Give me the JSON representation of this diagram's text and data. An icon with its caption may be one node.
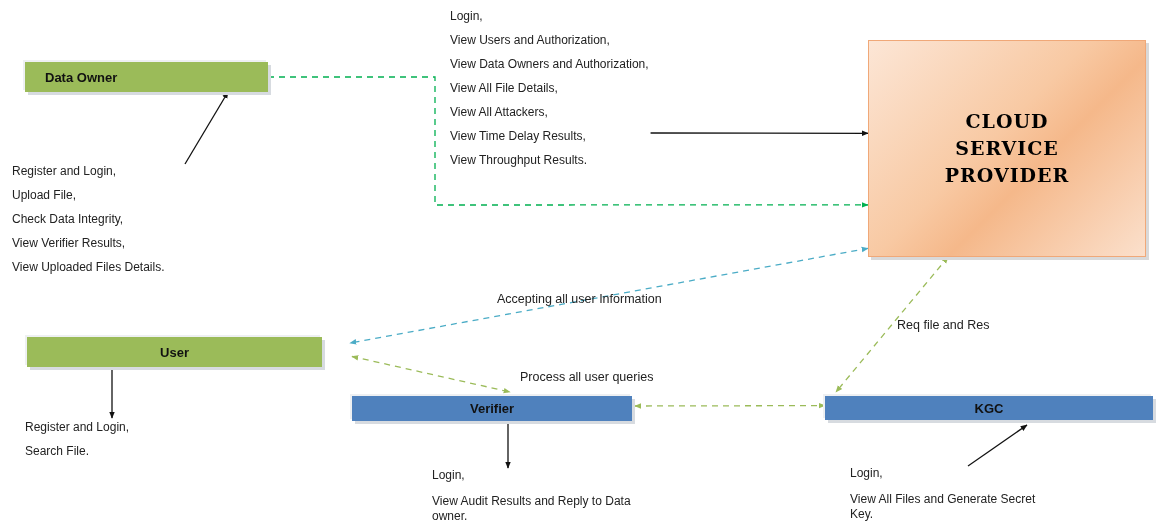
{
  "diagram": {
    "nodes": [
      {
        "text": [
          "Data Owner"
        ]
      },
      {
        "text": [
          "CLOUD SERVICE PROVIDER"
        ]
      },
      {
        "text": [
          "User"
        ]
      },
      {
        "text": [
          "Verifier"
        ]
      },
      {
        "text": [
          "KGC"
        ]
      },
      {
        "text": [
          "Register and Login,",
          "Upload File,",
          "Check Data Integrity,",
          "View Verifier Results,",
          "View Uploaded Files Details."
        ]
      },
      {
        "text": [
          "Login,",
          "View Users and Authorization,",
          "View Data Owners and Authorization,",
          "View All File Details,",
          "View All Attackers,",
          "View Time Delay Results,",
          "View Throughput Results."
        ]
      },
      {
        "text": [
          "Register and Login,",
          "Search File."
        ]
      },
      {
        "text": [
          "Login,",
          "View Audit Results and Reply to Data owner."
        ]
      },
      {
        "text": [
          "Login,",
          "View All Files and Generate Secret Key."
        ]
      }
    ],
    "edges": [
      {
        "from": 0,
        "to": 1,
        "arrow": "to",
        "style": "dashed",
        "color": "#00b050"
      },
      {
        "from": 5,
        "to": 0,
        "arrow": "to"
      },
      {
        "from": 6,
        "to": 1,
        "arrow": "to"
      },
      {
        "from": 1,
        "to": 2,
        "arrow": "both",
        "label": "Accepting all user Information",
        "style": "dashed",
        "color": "#4bacc6"
      },
      {
        "from": 2,
        "to": 3,
        "arrow": "both",
        "label": "Process all user queries",
        "style": "dashed",
        "color": "#9bbb59"
      },
      {
        "from": 3,
        "to": 4,
        "arrow": "both",
        "style": "dashed",
        "color": "#9bbb59"
      },
      {
        "from": 1,
        "to": 4,
        "arrow": "both",
        "label": "Req file and Res",
        "style": "dashed",
        "color": "#9bbb59"
      },
      {
        "from": 2,
        "to": 7,
        "arrow": "to"
      },
      {
        "from": 3,
        "to": 8,
        "arrow": "to"
      },
      {
        "from": 9,
        "to": 4,
        "arrow": "to"
      }
    ]
  }
}
